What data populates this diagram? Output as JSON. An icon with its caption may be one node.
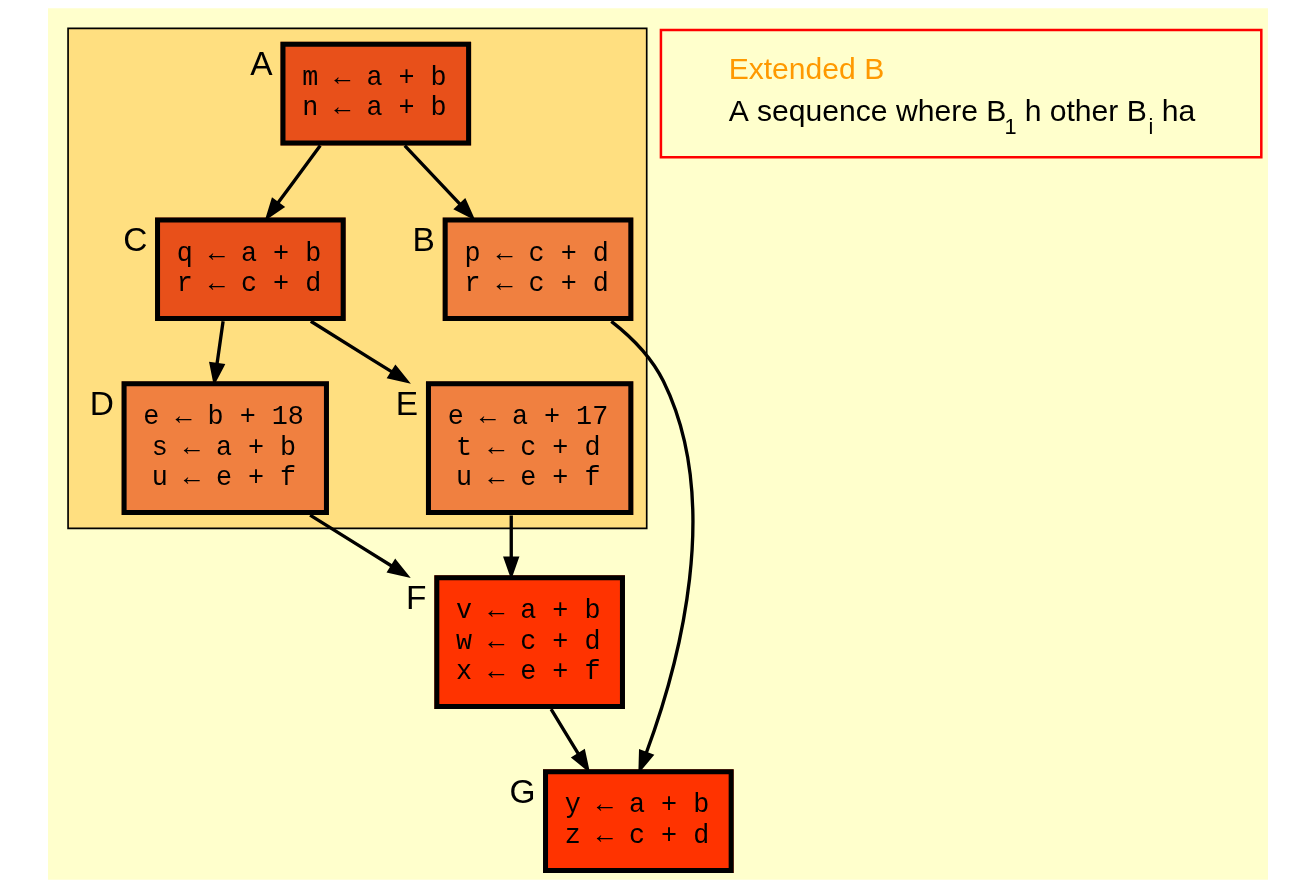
{
  "diagram": {
    "nodes": [
      {
        "text": [],
        "shape": "box"
      },
      {
        "text": [
          "m ← a + b",
          "n ← a + b"
        ],
        "beside": [
          "A"
        ],
        "in": 0
      },
      {
        "text": [
          "p ← c + d",
          "r ← c + d"
        ],
        "beside": [
          "B"
        ],
        "in": 0
      },
      {
        "text": [
          "q ← a + b",
          "r ← c + d"
        ],
        "beside": [
          "C"
        ],
        "in": 0
      },
      {
        "text": [
          "e ← b + 18",
          "s ← a + b",
          "u ← e + f"
        ],
        "beside": [
          "D"
        ],
        "in": 0
      },
      {
        "text": [
          "e ← a + 17",
          "t ← c + d",
          "u ← e + f"
        ],
        "beside": [
          "E"
        ],
        "in": 0
      },
      {
        "text": [
          "v ← a + b",
          "w ← c + d",
          "x ← e + f"
        ],
        "beside": [
          "F"
        ]
      },
      {
        "text": [
          "y ← a + b",
          "z ← c + d"
        ],
        "beside": [
          "G"
        ]
      },
      {
        "text": [
          "Extended B",
          "A sequence where B$_{1}$ h other B$_{i}$ ha"
        ]
      }
    ],
    "edges": [
      {
        "from": 1,
        "to": 2,
        "arrow": "to"
      },
      {
        "from": 1,
        "to": 3,
        "arrow": "to"
      },
      {
        "from": 2,
        "to": 7,
        "arrow": "to"
      },
      {
        "from": 3,
        "to": 4,
        "arrow": "to"
      },
      {
        "from": 3,
        "to": 5,
        "arrow": "to"
      },
      {
        "from": 4,
        "to": 6,
        "arrow": "to"
      },
      {
        "from": 5,
        "to": 6,
        "arrow": "to"
      },
      {
        "from": 6,
        "to": 7,
        "arrow": "to"
      }
    ]
  }
}
